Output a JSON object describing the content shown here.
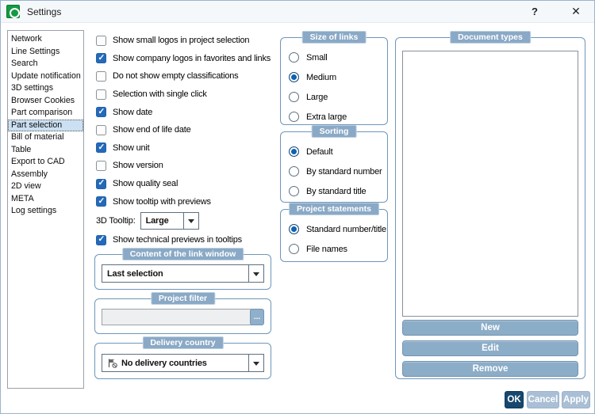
{
  "window": {
    "title": "Settings",
    "help_label": "?",
    "close_label": "✕"
  },
  "sidebar": {
    "items": [
      {
        "label": "Network"
      },
      {
        "label": "Line Settings"
      },
      {
        "label": "Search"
      },
      {
        "label": "Update notification"
      },
      {
        "label": "3D settings"
      },
      {
        "label": "Browser Cookies"
      },
      {
        "label": "Part comparison"
      },
      {
        "label": "Part selection",
        "selected": true
      },
      {
        "label": "Bill of material"
      },
      {
        "label": "Table"
      },
      {
        "label": "Export to CAD"
      },
      {
        "label": "Assembly"
      },
      {
        "label": "2D view"
      },
      {
        "label": "META"
      },
      {
        "label": "Log settings"
      }
    ]
  },
  "main": {
    "rows": [
      {
        "type": "checkbox",
        "label": "Show small logos in project selection",
        "checked": false
      },
      {
        "type": "checkbox",
        "label": "Show company logos in favorites and links",
        "checked": true
      },
      {
        "type": "checkbox",
        "label": "Do not show empty classifications",
        "checked": false
      },
      {
        "type": "checkbox",
        "label": "Selection with single click",
        "checked": false
      },
      {
        "type": "checkbox",
        "label": "Show date",
        "checked": true
      },
      {
        "type": "checkbox",
        "label": "Show end of life date",
        "checked": false
      },
      {
        "type": "checkbox",
        "label": "Show unit",
        "checked": true
      },
      {
        "type": "checkbox",
        "label": "Show version",
        "checked": false
      },
      {
        "type": "checkbox",
        "label": "Show quality seal",
        "checked": true
      },
      {
        "type": "checkbox",
        "label": "Show tooltip with previews",
        "checked": true
      },
      {
        "type": "combo",
        "label": "3D Tooltip:",
        "value": "Large"
      },
      {
        "type": "checkbox",
        "label": "Show technical previews in tooltips",
        "checked": true
      }
    ]
  },
  "groups": {
    "link_window": {
      "title": "Content of the link window",
      "value": "Last selection"
    },
    "project_filter": {
      "title": "Project filter",
      "value": "",
      "browse_label": "..."
    },
    "delivery_country": {
      "title": "Delivery country",
      "value": "No delivery countries"
    },
    "size_of_links": {
      "title": "Size of links",
      "options": [
        {
          "label": "Small"
        },
        {
          "label": "Medium",
          "selected": true
        },
        {
          "label": "Large"
        },
        {
          "label": "Extra large"
        }
      ]
    },
    "sorting": {
      "title": "Sorting",
      "options": [
        {
          "label": "Default",
          "selected": true
        },
        {
          "label": "By standard number"
        },
        {
          "label": "By standard title"
        }
      ]
    },
    "project_statements": {
      "title": "Project statements",
      "options": [
        {
          "label": "Standard number/title",
          "selected": true
        },
        {
          "label": "File names"
        }
      ]
    },
    "document_types": {
      "title": "Document types",
      "items": [],
      "buttons": [
        "New",
        "Edit",
        "Remove"
      ]
    }
  },
  "footer": {
    "ok_label": "OK",
    "cancel_label": "Cancel",
    "apply_label": "Apply"
  },
  "colors": {
    "accent_blue": "#2569b8",
    "group_header": "#8aa9c6",
    "group_border": "#6e96ba",
    "ok_button": "#17486d",
    "action_button": "#8cadc8",
    "sidebar_selected": "#cbe0f2"
  }
}
